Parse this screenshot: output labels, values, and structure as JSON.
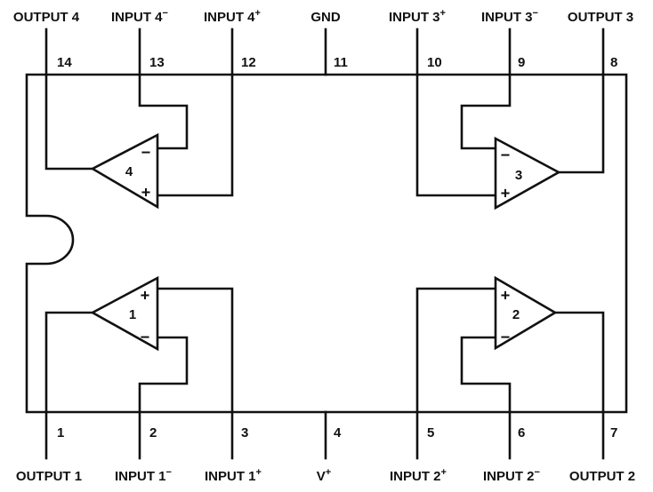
{
  "pins": [
    {
      "num": "1",
      "name": "OUTPUT 1",
      "sup": ""
    },
    {
      "num": "2",
      "name": "INPUT 1",
      "sup": "−"
    },
    {
      "num": "3",
      "name": "INPUT 1",
      "sup": "+"
    },
    {
      "num": "4",
      "name": "V",
      "sup": "+"
    },
    {
      "num": "5",
      "name": "INPUT 2",
      "sup": "+"
    },
    {
      "num": "6",
      "name": "INPUT 2",
      "sup": "−"
    },
    {
      "num": "7",
      "name": "OUTPUT 2",
      "sup": ""
    },
    {
      "num": "8",
      "name": "OUTPUT 3",
      "sup": ""
    },
    {
      "num": "9",
      "name": "INPUT 3",
      "sup": "−"
    },
    {
      "num": "10",
      "name": "INPUT 3",
      "sup": "+"
    },
    {
      "num": "11",
      "name": "GND",
      "sup": ""
    },
    {
      "num": "12",
      "name": "INPUT 4",
      "sup": "+"
    },
    {
      "num": "13",
      "name": "INPUT 4",
      "sup": "−"
    },
    {
      "num": "14",
      "name": "OUTPUT 4",
      "sup": ""
    }
  ],
  "amplifiers": [
    {
      "id": "1",
      "plus": "+",
      "minus": "−"
    },
    {
      "id": "2",
      "plus": "+",
      "minus": "−"
    },
    {
      "id": "3",
      "plus": "+",
      "minus": "−"
    },
    {
      "id": "4",
      "plus": "+",
      "minus": "−"
    }
  ]
}
